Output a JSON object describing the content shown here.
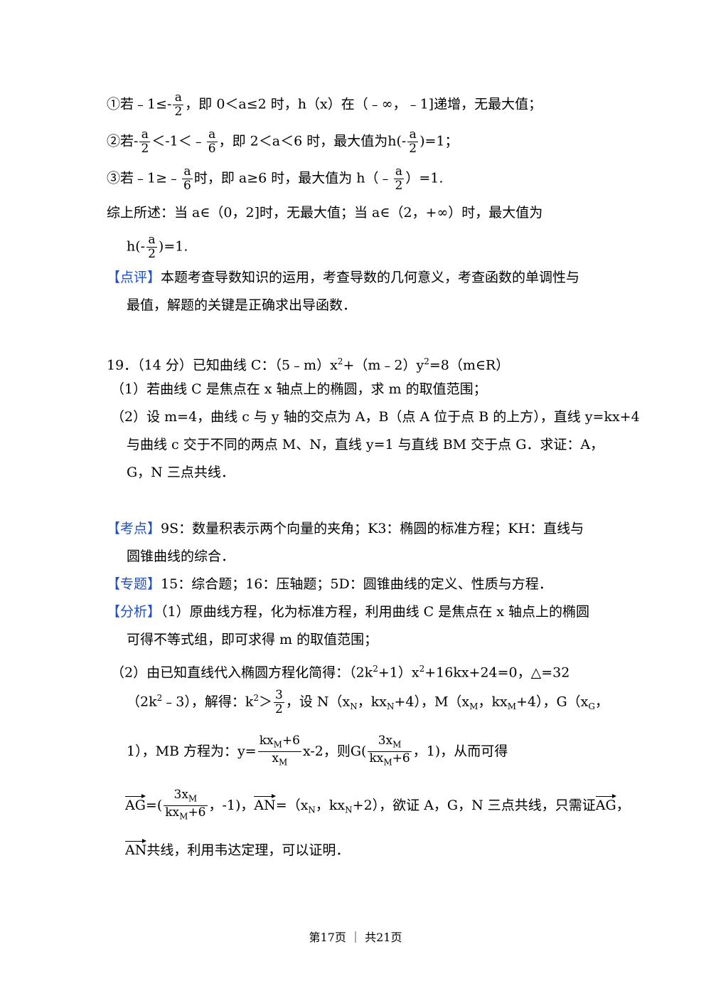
{
  "lines": {
    "l1a": "①若",
    "l1b": "﹣1≤",
    "l1b2": "-",
    "l1num": "a",
    "l1den": "2",
    "l1c": "，即 0＜a≤2 时，h（x）在（﹣∞，﹣1]递增，无最大值；",
    "l2a": "②若",
    "l2a2": "-",
    "l2num": "a",
    "l2den": "2",
    "l2b": "＜-1＜﹣",
    "l2num2": "a",
    "l2den2": "6",
    "l2c": "，即 2＜a＜6 时，最大值为",
    "l2d": "h(-",
    "l2num3": "a",
    "l2den3": "2",
    "l2e": ")=1；",
    "l3a": "③若﹣1≥﹣",
    "l3num": "a",
    "l3den": "6",
    "l3b": "时，即 a≥6 时，最大值为 h（﹣",
    "l3num2": "a",
    "l3den2": "2",
    "l3c": "）=1.",
    "l4": "综上所述：当 a∈（0，2]时，无最大值；当 a∈（2，+∞）时，最大值为",
    "l5a": "h(-",
    "l5num": "a",
    "l5den": "2",
    "l5b": ")=1.",
    "comment_tag": "【点评】",
    "comment1": "本题考查导数知识的运用，考查导数的几何意义，考查函数的单调性与",
    "comment2": "最值，解题的关键是正确求出导函数．",
    "q19a": "19．（14 分）已知曲线 C：（5﹣m）x",
    "q19sup1": "2",
    "q19b": "+（m﹣2）y",
    "q19sup2": "2",
    "q19c": "=8（m∈R）",
    "q19p1": "（1）若曲线 C 是焦点在 x 轴点上的椭圆，求 m 的取值范围；",
    "q19p2a": "（2）设 m=4，曲线 c 与 y 轴的交点为 A，B（点 A 位于点 B 的上方），直线 y=kx+4",
    "q19p2b": "与曲线 c 交于不同的两点 M、N，直线 y=1 与直线 BM 交于点 G．求证：A，",
    "q19p2c": "G，N 三点共线．",
    "kd_tag": "【考点】",
    "kd1": "9S：数量积表示两个向量的夹角；K3：椭圆的标准方程；KH：直线与",
    "kd2": "圆锥曲线的综合．",
    "zt_tag": "【专题】",
    "zt1": "15：综合题；16：压轴题；5D：圆锥曲线的定义、性质与方程．",
    "fx_tag": "【分析】",
    "fx1": "（1）原曲线方程，化为标准方程，利用曲线 C 是焦点在 x 轴点上的椭圆",
    "fx2": "可得不等式组，即可求得 m 的取值范围；",
    "fx3a": "（2）由已知直线代入椭圆方程化简得：（2k",
    "fx3sup": "2",
    "fx3b": "+1）x",
    "fx3sup2": "2",
    "fx3c": "+16kx+24=0，△=32",
    "fx4a": "（2k",
    "fx4sup": "2",
    "fx4b": "﹣3），解得：",
    "fx4c": "k",
    "fx4sup2": "2",
    "fx4d": "＞",
    "fx4num": "3",
    "fx4den": "2",
    "fx4e": "，设 N（x",
    "fx4s1": "N",
    "fx4f": "，kx",
    "fx4s2": "N",
    "fx4g": "+4），M（x",
    "fx4s3": "M",
    "fx4h": "，kx",
    "fx4s4": "M",
    "fx4i": "+4），G（x",
    "fx4s5": "G",
    "fx4j": "，",
    "fx5a": "1），MB 方程为：",
    "fx5b": "y=",
    "fx5num": "kx",
    "fx5nsub": "M",
    "fx5num2": "+6",
    "fx5den": "x",
    "fx5dsub": "M",
    "fx5c": "x-2，则",
    "fx5d": "G(",
    "fx5num3": "3x",
    "fx5n3sub": "M",
    "fx5den3": "kx",
    "fx5d3sub": "M",
    "fx5den3b": "+6",
    "fx5e": "，1)，从而可得",
    "fx6v1": "AG",
    "fx6a": "=(",
    "fx6num": "3x",
    "fx6nsub": "M",
    "fx6den": "kx",
    "fx6dsub": "M",
    "fx6den2": "+6",
    "fx6b": "，-1)，",
    "fx6v2": "AN",
    "fx6c": "=（x",
    "fx6s1": "N",
    "fx6d": "，kx",
    "fx6s2": "N",
    "fx6e": "+2），欲证 A，G，N 三点共线，只需证",
    "fx6v3": "AG",
    "fx6f": "，",
    "fx7v": "AN",
    "fx7a": "共线，利用韦达定理，可以证明．"
  },
  "footer": "第17页 ｜ 共21页",
  "colors": {
    "tag": "#1f4fc9"
  }
}
